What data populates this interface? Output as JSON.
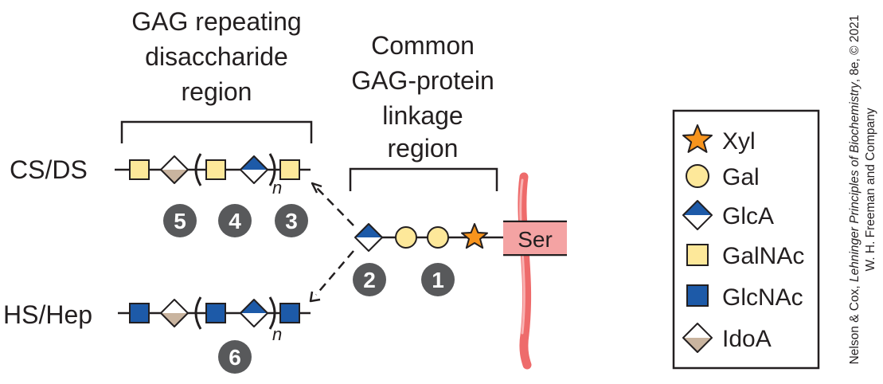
{
  "colors": {
    "xyl": "#f7941d",
    "gal": "#fde89a",
    "glca_blue": "#1d5aa8",
    "galnac": "#fde89a",
    "glcnac": "#1d5aa8",
    "idoa_tan": "#c9b49f",
    "ser_box": "#f4a3a3",
    "membrane": "#ee6b6b",
    "step_circle": "#58595b",
    "stroke": "#231f20"
  },
  "header": {
    "gag_region": [
      "GAG repeating",
      "disaccharide",
      "region"
    ],
    "linkage_region": [
      "Common",
      "GAG-protein",
      "linkage",
      "region"
    ]
  },
  "chains": {
    "cs_ds": "CS/DS",
    "hs_hep": "HS/Hep",
    "repeat_n": "n",
    "serine": "Ser"
  },
  "steps": [
    "1",
    "2",
    "3",
    "4",
    "5",
    "6"
  ],
  "legend": [
    {
      "label": "Xyl",
      "icon": "star-icon"
    },
    {
      "label": "Gal",
      "icon": "circle-icon"
    },
    {
      "label": "GlcA",
      "icon": "half-blue-diamond-icon"
    },
    {
      "label": "GalNAc",
      "icon": "yellow-square-icon"
    },
    {
      "label": "GlcNAc",
      "icon": "blue-square-icon"
    },
    {
      "label": "IdoA",
      "icon": "half-tan-diamond-icon"
    }
  ],
  "credit": {
    "line1_prefix": "Nelson & Cox, ",
    "line1_italic": "Lehninger Principles of Biochemistry",
    "line1_suffix": ", 8e, © 2021",
    "line2": "W. H. Freeman and Company"
  }
}
